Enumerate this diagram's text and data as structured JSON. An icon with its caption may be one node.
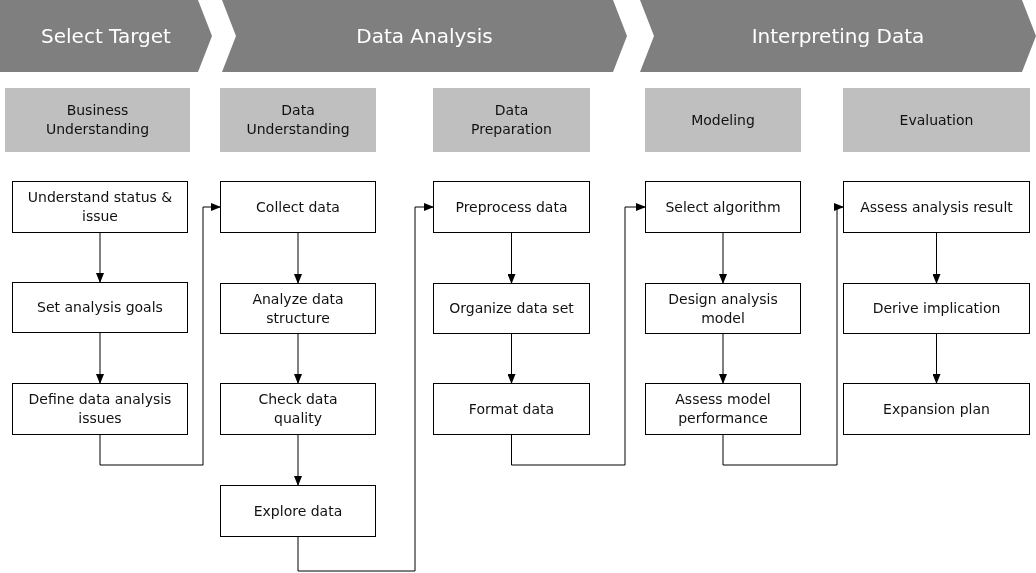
{
  "diagram": {
    "nodes": [
      {
        "text": [
          "Select Target"
        ]
      },
      {
        "text": [
          "Data Analysis"
        ]
      },
      {
        "text": [
          "Interpreting Data"
        ]
      },
      {
        "text": [
          "Business Understanding"
        ]
      },
      {
        "text": [
          "Data Understanding"
        ]
      },
      {
        "text": [
          "Data Preparation"
        ]
      },
      {
        "text": [
          "Modeling"
        ]
      },
      {
        "text": [
          "Evaluation"
        ]
      },
      {
        "text": [
          "Understand status & issue"
        ]
      },
      {
        "text": [
          "Set analysis goals"
        ]
      },
      {
        "text": [
          "Define data analysis issues"
        ]
      },
      {
        "text": [
          "Collect data"
        ]
      },
      {
        "text": [
          "Analyze data structure"
        ]
      },
      {
        "text": [
          "Check data quality"
        ]
      },
      {
        "text": [
          "Explore data"
        ]
      },
      {
        "text": [
          "Preprocess data"
        ]
      },
      {
        "text": [
          "Organize data set"
        ]
      },
      {
        "text": [
          "Format data"
        ]
      },
      {
        "text": [
          "Select algorithm"
        ]
      },
      {
        "text": [
          "Design analysis model"
        ]
      },
      {
        "text": [
          "Assess model performance"
        ]
      },
      {
        "text": [
          "Assess analysis result"
        ]
      },
      {
        "text": [
          "Derive implication"
        ]
      },
      {
        "text": [
          "Expansion plan"
        ]
      }
    ],
    "edges": [
      {
        "from": 8,
        "to": 9,
        "arrow": "to"
      },
      {
        "from": 9,
        "to": 10,
        "arrow": "to"
      },
      {
        "from": 10,
        "to": 11,
        "arrow": "to"
      },
      {
        "from": 11,
        "to": 12,
        "arrow": "to"
      },
      {
        "from": 12,
        "to": 13,
        "arrow": "to"
      },
      {
        "from": 13,
        "to": 14,
        "arrow": "to"
      },
      {
        "from": 14,
        "to": 15,
        "arrow": "to"
      },
      {
        "from": 15,
        "to": 16,
        "arrow": "to"
      },
      {
        "from": 16,
        "to": 17,
        "arrow": "to"
      },
      {
        "from": 17,
        "to": 18,
        "arrow": "to"
      },
      {
        "from": 18,
        "to": 19,
        "arrow": "to"
      },
      {
        "from": 19,
        "to": 20,
        "arrow": "to"
      },
      {
        "from": 20,
        "to": 21,
        "arrow": "to"
      },
      {
        "from": 21,
        "to": 22,
        "arrow": "to"
      },
      {
        "from": 22,
        "to": 23,
        "arrow": "to"
      }
    ]
  }
}
